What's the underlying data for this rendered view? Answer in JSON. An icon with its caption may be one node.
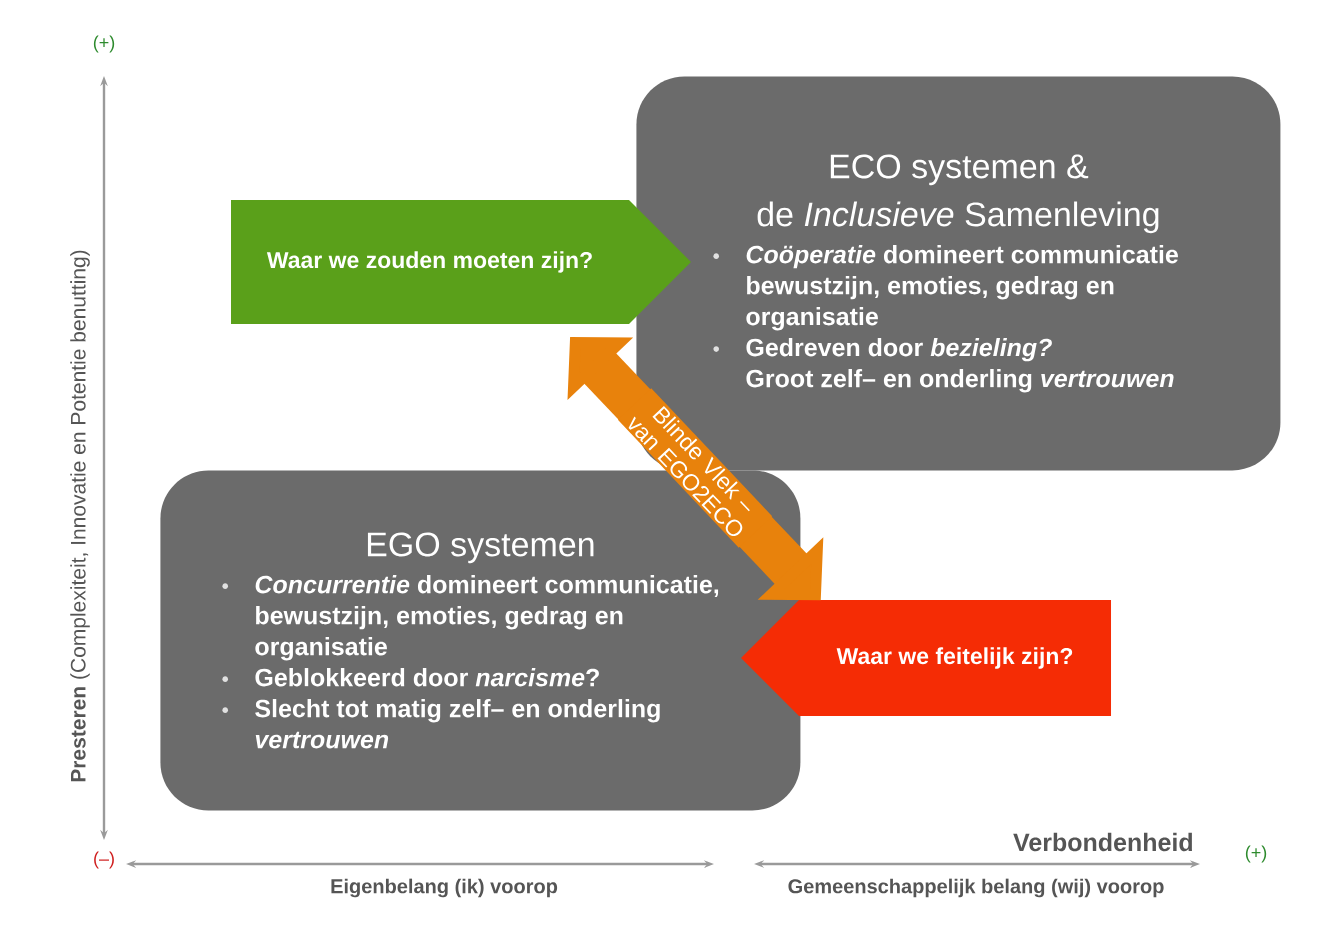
{
  "diagram": {
    "nodes": [
      {
        "text": [
          "ECO systemen &",
          "de *Inclusieve* Samenleving",
          "*Coöperatie* domineert communicatie bewustzijn, emoties, gedrag en organisatie",
          "Gedreven door *bezieling?*",
          "Groot zelf– en onderling *vertrouwen*"
        ]
      },
      {
        "text": [
          "EGO systemen",
          "*Concurrentie* domineert communicatie, bewustzijn, emoties, gedrag en organisatie",
          "Geblokkeerd door *narcisme*?",
          "Slecht tot matig zelf– en onderling *vertrouwen*"
        ]
      },
      {
        "text": [
          "Waar we zouden moeten zijn?"
        ]
      },
      {
        "text": [
          "Waar we feitelijk zijn?"
        ]
      }
    ],
    "edges": [
      {
        "from": 1,
        "to": 0,
        "arrow": "both",
        "label": "Blinde Vlek – van EGO2ECO",
        "color": "#e8820c"
      }
    ],
    "labels": [
      "(+)",
      "**Presteren** (Complexiteit, Innovatie en Potentie benutting)",
      "Verbondenheid",
      "(–)",
      "(+)",
      "Eigenbelang (ik) voorop",
      "Gemeenschappelijk belang (wij) voorop"
    ]
  }
}
